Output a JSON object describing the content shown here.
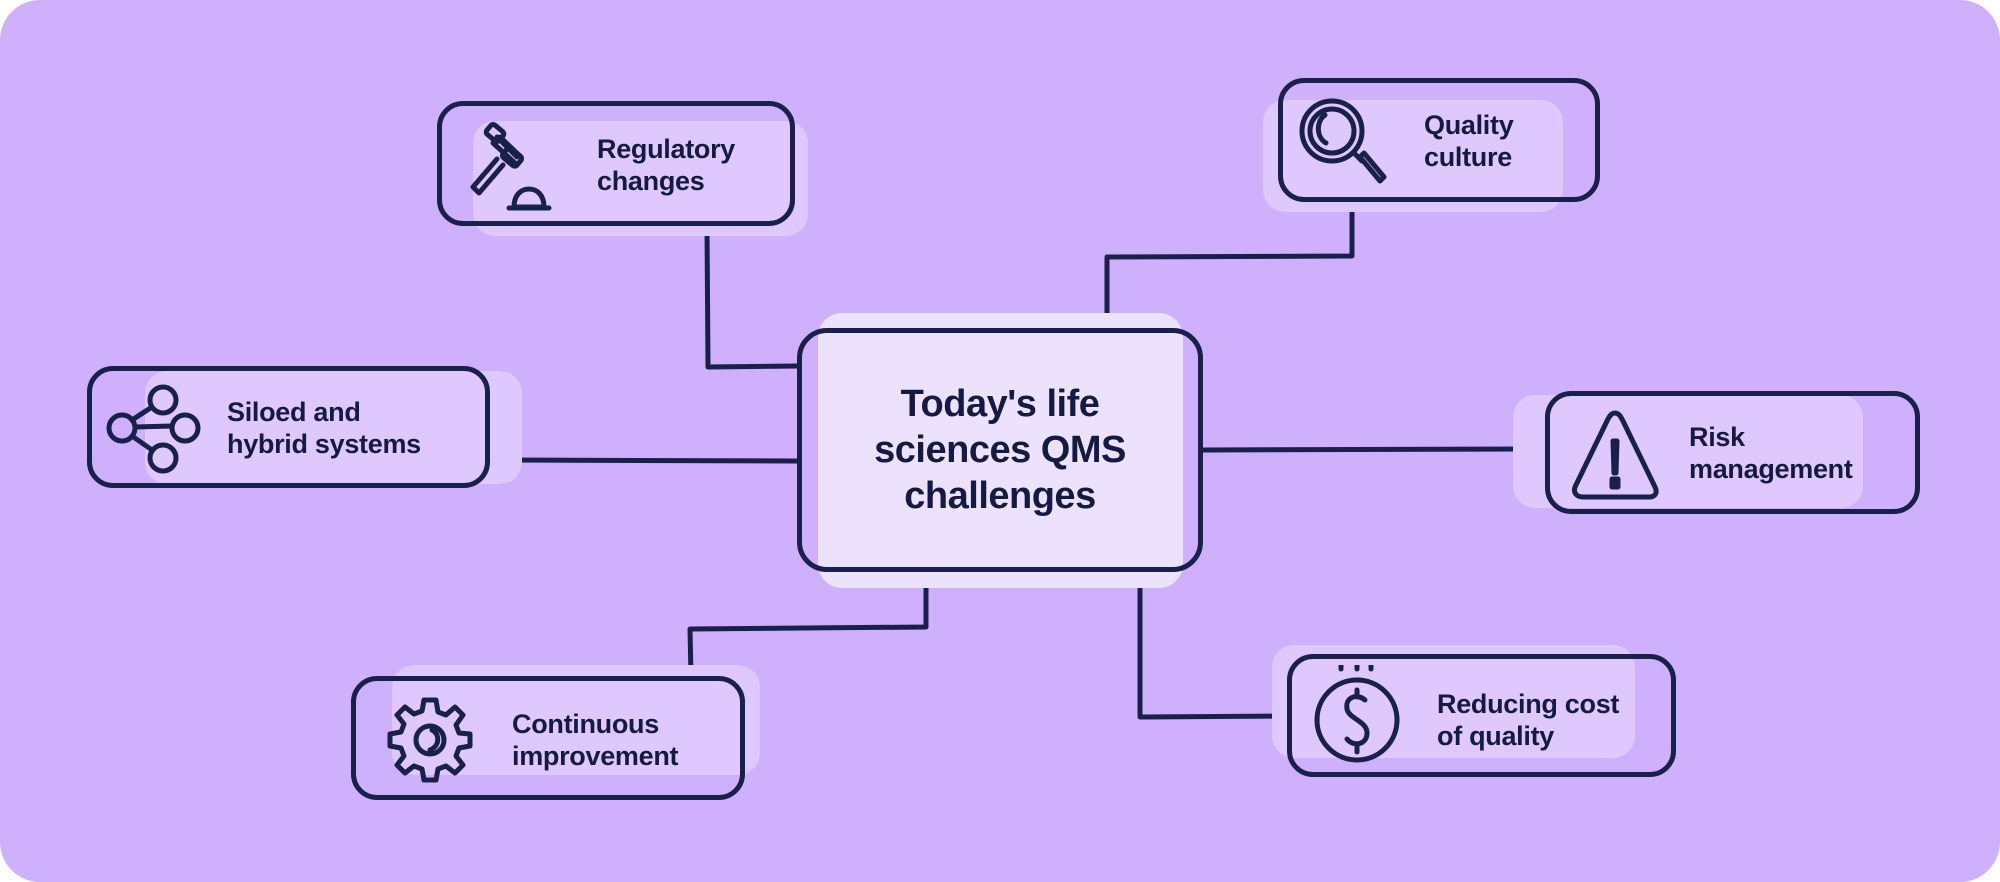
{
  "diagram": {
    "title": "Today's life\nsciences QMS\nchallenges",
    "colors": {
      "background": "#CFB0FC",
      "node_highlight": "#DEC8FE",
      "center_highlight": "#EDE2FE",
      "stroke": "#1B1F4B",
      "text": "#161A42"
    },
    "nodes": [
      {
        "id": "regulatory",
        "label": "Regulatory\nchanges",
        "icon": "gavel-icon",
        "position": "top-left"
      },
      {
        "id": "quality-culture",
        "label": "Quality\nculture",
        "icon": "magnifying-glass-icon",
        "position": "top-right"
      },
      {
        "id": "siloed",
        "label": "Siloed and\nhybrid systems",
        "icon": "network-nodes-icon",
        "position": "left"
      },
      {
        "id": "risk",
        "label": "Risk\nmanagement",
        "icon": "warning-triangle-icon",
        "position": "right"
      },
      {
        "id": "continuous",
        "label": "Continuous\nimprovement",
        "icon": "gear-icon",
        "position": "bottom-left"
      },
      {
        "id": "cost",
        "label": "Reducing cost\nof quality",
        "icon": "dollar-coin-icon",
        "position": "bottom-right"
      }
    ]
  }
}
